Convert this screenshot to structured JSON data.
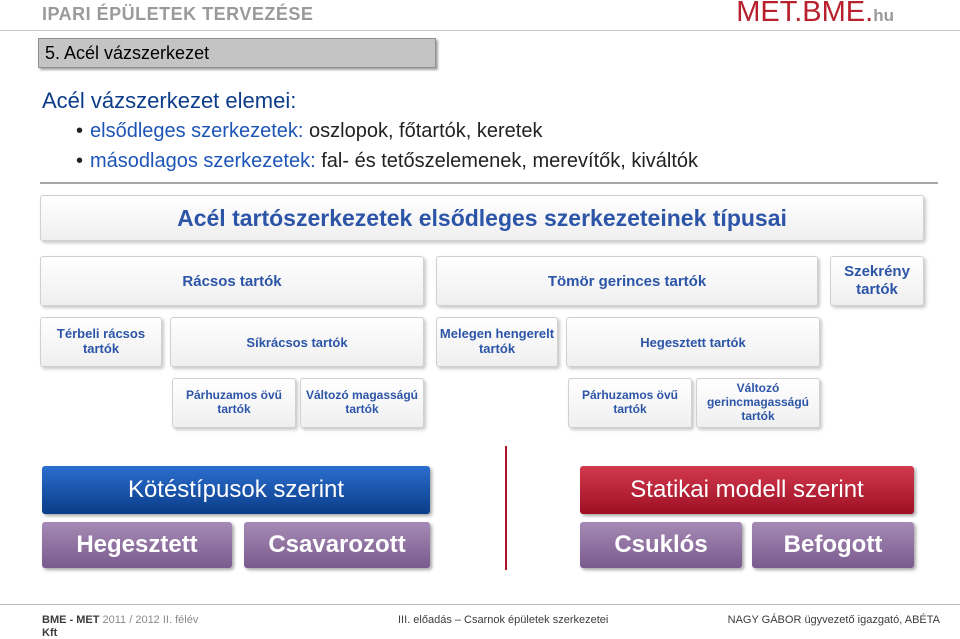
{
  "header": {
    "course_title": "IPARI ÉPÜLETEK TERVEZÉSE",
    "logo_main": "MET.BME.",
    "logo_suffix": "hu"
  },
  "section_title": "5. Acél vázszerkezet",
  "intro": {
    "title": "Acél vázszerkezet elemei:",
    "bullets": [
      {
        "key": "elsődleges szerkezetek:",
        "text": " oszlopok, főtartók, keretek"
      },
      {
        "key": "másodlagos szerkezetek:",
        "text": " fal- és tetőszelemenek, merevítők, kiváltók"
      }
    ]
  },
  "tree": {
    "root": "Acél tartószerkezetek elsődleges szerkezeteinek típusai",
    "level1": [
      "Rácsos tartók",
      "Tömör gerinces tartók",
      "Szekrény tartók"
    ],
    "level2": [
      "Térbeli rácsos tartók",
      "Síkrácsos tartók",
      "Melegen hengerelt tartók",
      "Hegesztett tartók"
    ],
    "level3": [
      "Párhuzamos övű tartók",
      "Változó magasságú tartók",
      "Párhuzamos övű tartók",
      "Változó gerincmagasságú tartók"
    ]
  },
  "classification": {
    "left_title": "Kötéstípusok szerint",
    "left_options": [
      "Hegesztett",
      "Csavarozott"
    ],
    "right_title": "Statikai modell szerint",
    "right_options": [
      "Csuklós",
      "Befogott"
    ]
  },
  "footer": {
    "left_org": "BME - MET",
    "left_term": " 2011 / 2012 II. félév",
    "left_wrap": "Kft",
    "center": "III. előadás – Csarnok épületek szerkezetei",
    "right": "NAGY GÁBOR ügyvezető igazgató, ABÉTA"
  },
  "colors": {
    "blue_btn": "#0f4fa6",
    "red_btn": "#b0142a",
    "purple_btn": "#8a6a9c",
    "box_text": "#2c55a8"
  }
}
